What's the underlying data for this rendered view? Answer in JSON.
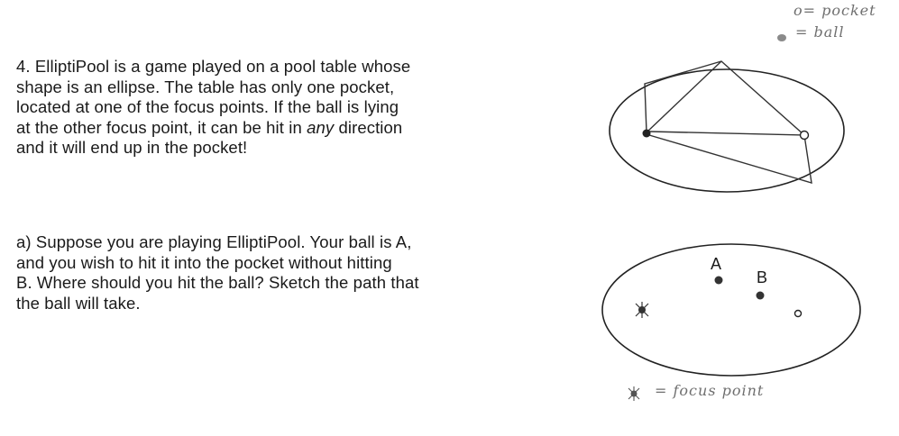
{
  "problem": {
    "lines": [
      "4.  ElliptiPool is a game played on a pool table whose",
      "shape is an ellipse.  The table has only one pocket,",
      "located at one of the focus points.  If the ball is lying",
      "at the other focus point, it can be hit in ",
      "and it will end up in the pocket!"
    ],
    "emphasis": "any",
    "after_emphasis": " direction"
  },
  "part_a": {
    "lines": [
      "a)  Suppose you are playing ElliptiPool.  Your ball is  A,",
      "and you wish to hit it into the pocket without hitting",
      "B.  Where should you hit the ball?  Sketch the path that",
      "the  ball  will  take."
    ]
  },
  "legend": {
    "pocket": "o= pocket",
    "ball": "= ball",
    "focus": "= focus point"
  },
  "figure_b": {
    "label_a": "A",
    "label_b": "B"
  }
}
